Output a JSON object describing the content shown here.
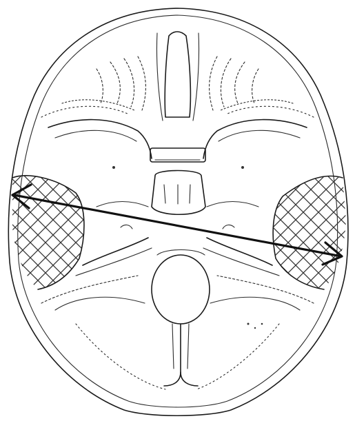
{
  "figure": {
    "subject": "skull-base-axial-line-drawing",
    "annotation": {
      "type": "double-headed-measurement-arrow",
      "color": "#111111"
    },
    "hatched_regions": [
      "left-middle-cranial-fossa",
      "right-middle-cranial-fossa"
    ],
    "dotted_regions": [
      "crista-galli",
      "petrous-left",
      "petrous-right",
      "posterior-fossa-rim"
    ],
    "line_color": "#1a1a1a",
    "background": "#ffffff"
  }
}
